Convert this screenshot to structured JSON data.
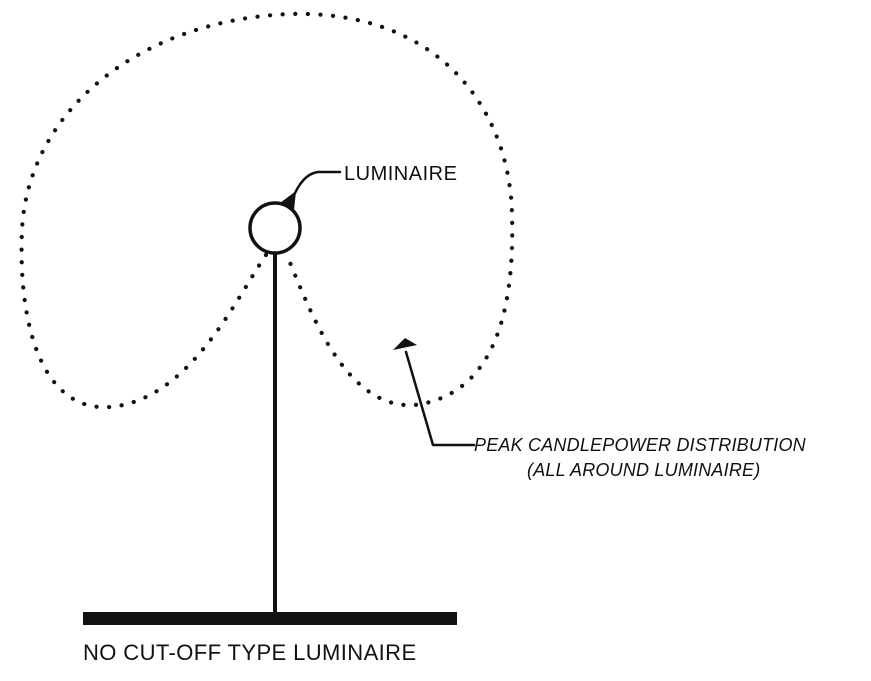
{
  "labels": {
    "luminaire": "LUMINAIRE",
    "peak_line1": "PEAK CANDLEPOWER DISTRIBUTION",
    "peak_line2": "(ALL AROUND LUMINAIRE)",
    "title": "NO CUT-OFF TYPE LUMINAIRE"
  },
  "colors": {
    "ink": "#111111",
    "background": "#ffffff"
  }
}
